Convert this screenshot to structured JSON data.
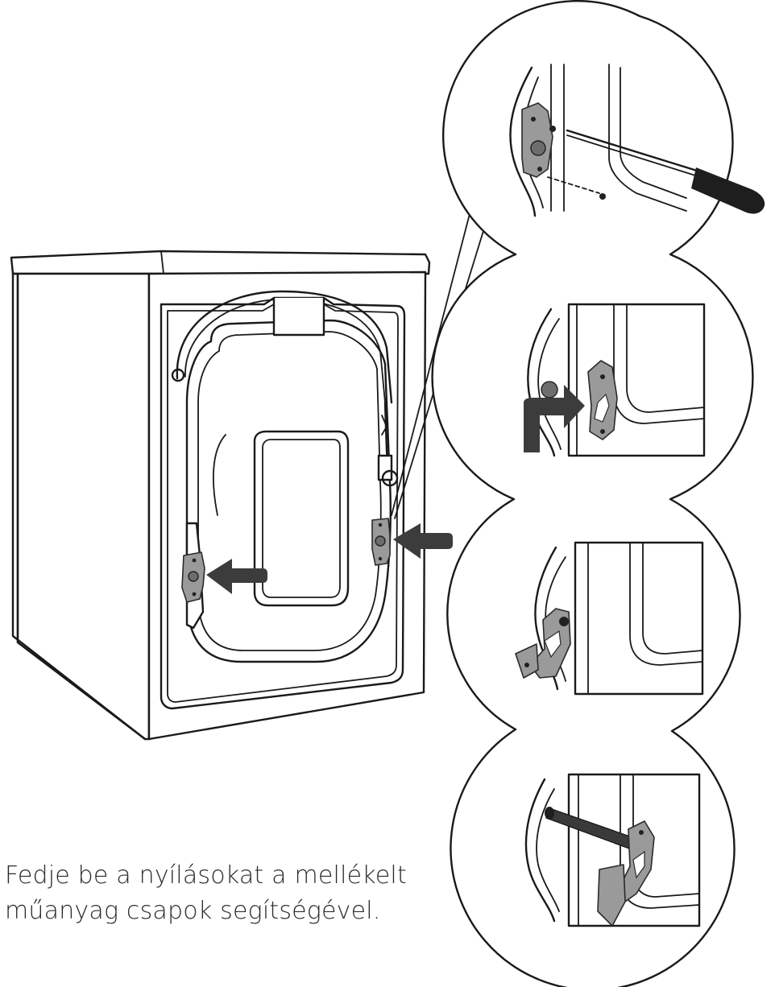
{
  "caption": {
    "line1": "Fedje be a nyílásokat a mellékelt",
    "line2": "műanyag csapok segítségével."
  },
  "colors": {
    "line": "#1a1a1a",
    "arrow": "#3c3c3c",
    "metal": "#9a9a9a",
    "background": "#ffffff"
  },
  "steps": [
    {
      "id": 1,
      "action": "remove screws with screwdriver",
      "icon": "screwdriver-icon"
    },
    {
      "id": 2,
      "action": "insert transport bolt into bracket",
      "icon": "arrow-icon"
    },
    {
      "id": 3,
      "action": "bracket released",
      "icon": "bracket-icon"
    },
    {
      "id": 4,
      "action": "pull out transport bolt",
      "icon": "bolt-icon"
    }
  ]
}
